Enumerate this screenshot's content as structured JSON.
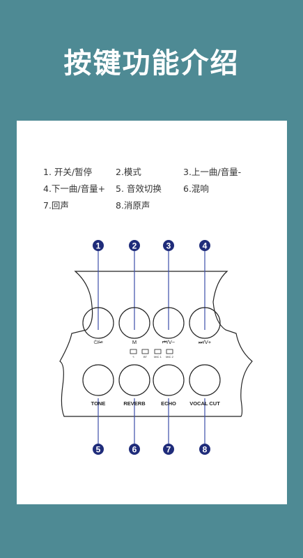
{
  "title": "按键功能介绍",
  "legend": [
    [
      "1. 开关/暂停",
      "2.模式",
      "3.上一曲/音量-"
    ],
    [
      "4.下一曲/音量+",
      "5. 音效切换",
      "6.混响"
    ],
    [
      "7.回声",
      "8.消原声",
      ""
    ]
  ],
  "callouts": {
    "top": [
      "1",
      "2",
      "3",
      "4"
    ],
    "bottom": [
      "5",
      "6",
      "7",
      "8"
    ]
  },
  "button_labels": {
    "top": [
      "⏻/⏯",
      "M",
      "⏮/V−",
      "⏭/V+"
    ],
    "bottom": [
      "TONE",
      "REVERB",
      "ECHO",
      "VOCAL CUT"
    ]
  },
  "mode_indicators": [
    "",
    "BT",
    "MIC 1",
    "MIC 2"
  ],
  "colors": {
    "background": "#4e8a94",
    "callout": "#1f2c7a",
    "leader": "#3b4ea8",
    "outline": "#222222"
  }
}
